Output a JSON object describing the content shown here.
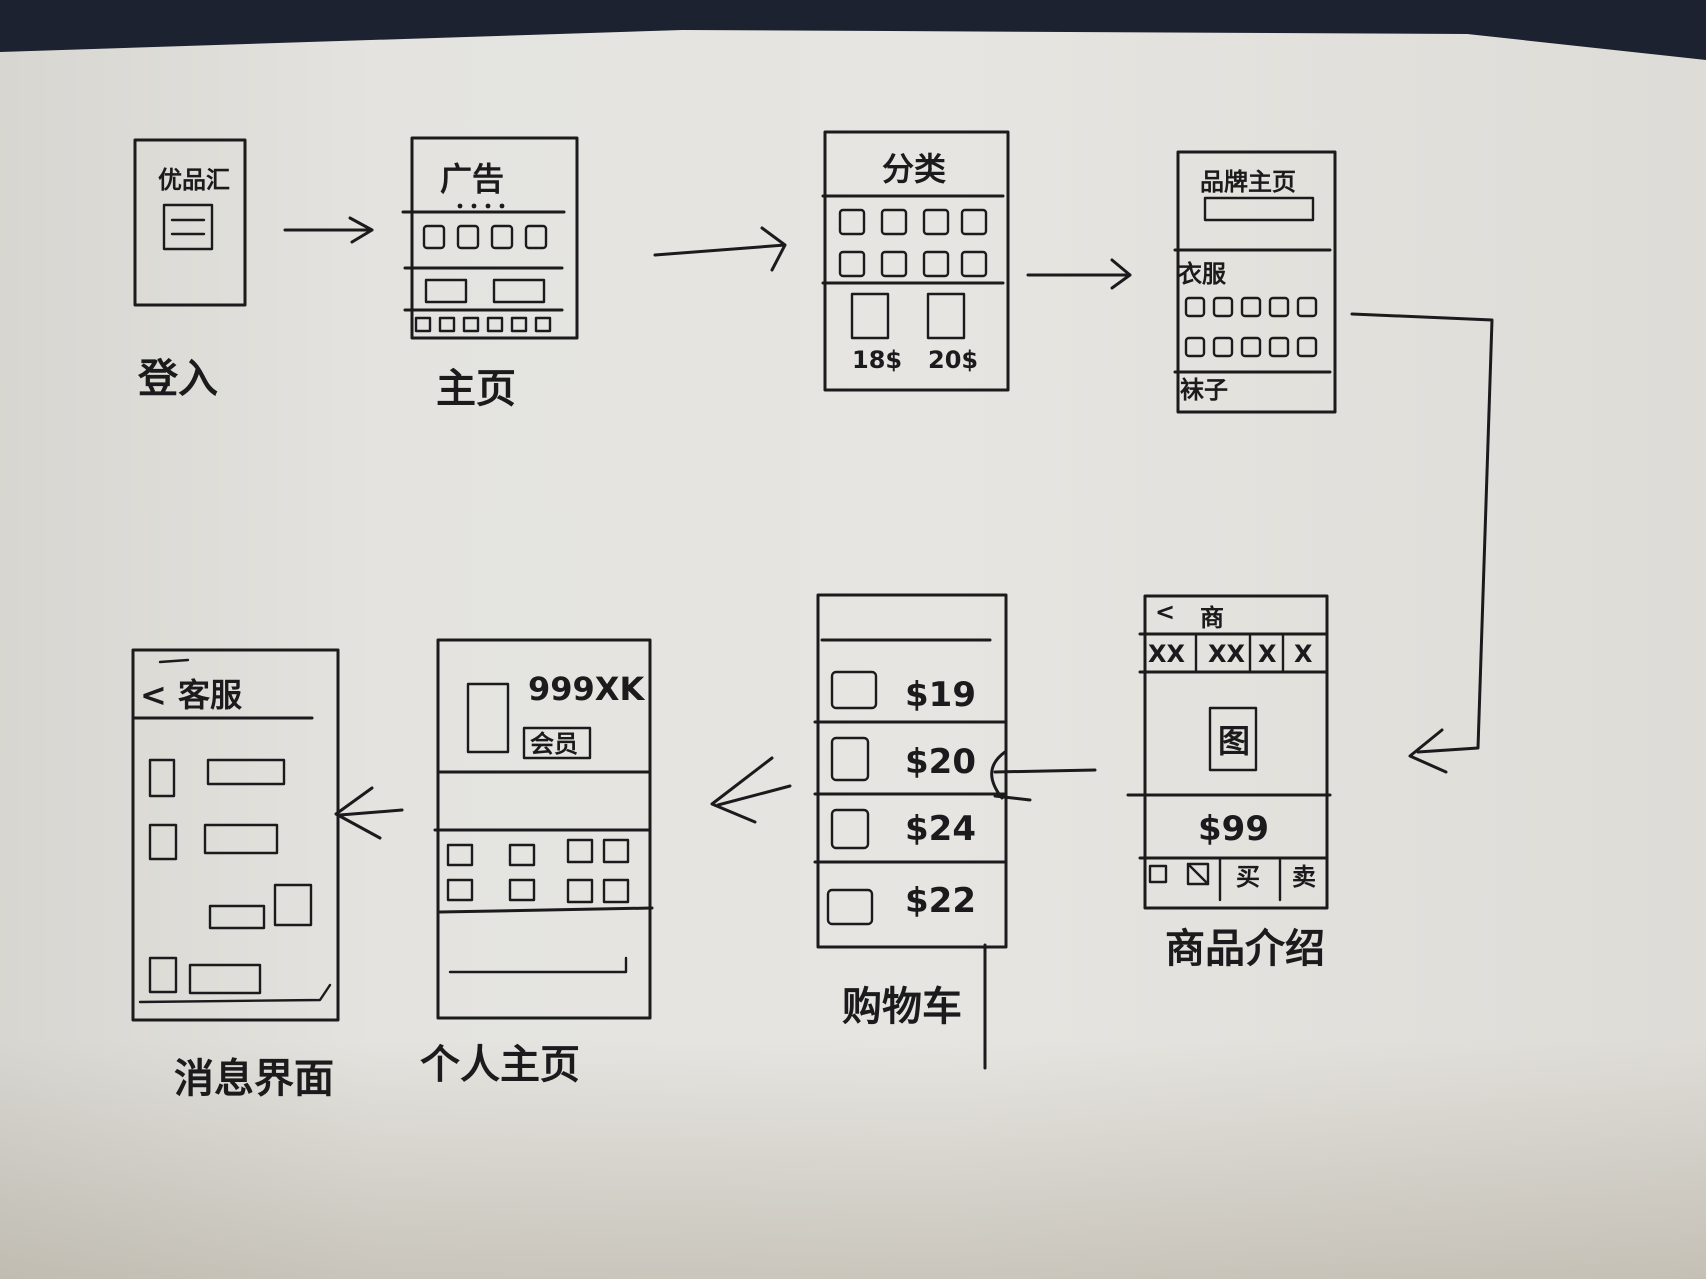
{
  "screens": {
    "login": {
      "caption": "登入",
      "title": "优品汇"
    },
    "home": {
      "caption": "主页",
      "ad_label": "广告"
    },
    "category": {
      "caption": "分类",
      "title": "分类",
      "price_1": "18$",
      "price_2": "20$"
    },
    "brand": {
      "title": "品牌主页",
      "section_1": "衣服",
      "section_2": "袜子"
    },
    "product": {
      "caption": "商品介绍",
      "back": "<",
      "title": "商",
      "tabs": [
        "XX",
        "XX",
        "X",
        "X"
      ],
      "image_glyph": "图",
      "price": "$99",
      "bar_1": "买",
      "bar_2": "卖"
    },
    "cart": {
      "caption": "购物车",
      "prices": [
        "$19",
        "$20",
        "$24",
        "$22"
      ]
    },
    "profile": {
      "caption": "个人主页",
      "name": "999XK",
      "badge": "会员"
    },
    "message": {
      "caption": "消息界面",
      "back": "<",
      "title": "客服"
    }
  }
}
